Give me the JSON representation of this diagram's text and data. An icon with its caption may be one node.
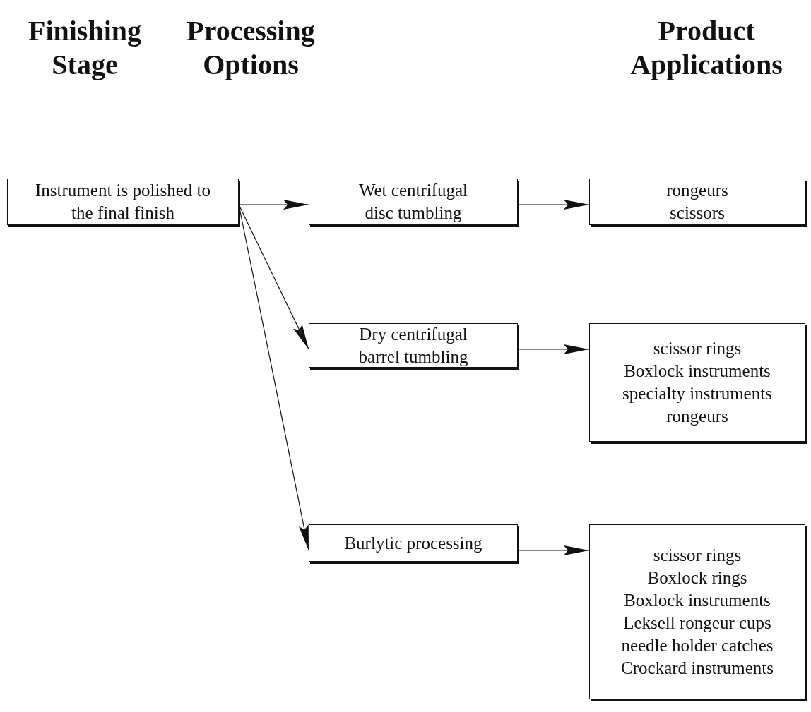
{
  "diagram": {
    "nodes": [
      {
        "text": [
          "Instrument is polished to the final finish"
        ]
      },
      {
        "text": [
          "Wet centrifugal disc tumbling"
        ]
      },
      {
        "text": [
          "rongeurs",
          "scissors"
        ]
      },
      {
        "text": [
          "Dry centrifugal barrel tumbling"
        ]
      },
      {
        "text": [
          "scissor rings",
          "Boxlock instruments",
          "specialty instruments",
          "rongeurs"
        ]
      },
      {
        "text": [
          "Burlytic processing"
        ]
      },
      {
        "text": [
          "scissor rings",
          "Boxlock rings",
          "Boxlock instruments",
          "Leksell rongeur cups",
          "needle holder catches",
          "Crockard instruments"
        ]
      }
    ],
    "edges": [
      {
        "from": 0,
        "to": 1,
        "arrow": "to"
      },
      {
        "from": 0,
        "to": 3,
        "arrow": "to"
      },
      {
        "from": 0,
        "to": 5,
        "arrow": "to"
      },
      {
        "from": 1,
        "to": 2,
        "arrow": "to"
      },
      {
        "from": 3,
        "to": 4,
        "arrow": "to"
      },
      {
        "from": 5,
        "to": 6,
        "arrow": "to"
      }
    ],
    "labels": [
      "Finishing Stage",
      "Processing Options",
      "Product Applications"
    ]
  }
}
